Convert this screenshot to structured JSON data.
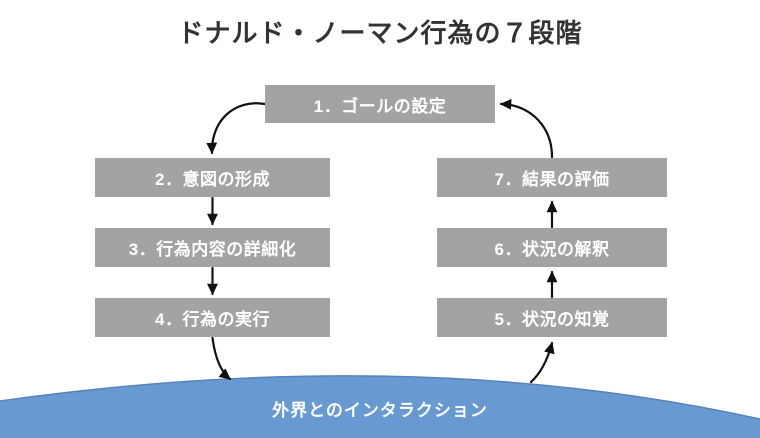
{
  "title": "ドナルド・ノーマン行為の７段階",
  "stages": [
    {
      "id": 1,
      "label": "1．ゴールの設定"
    },
    {
      "id": 2,
      "label": "2．意図の形成"
    },
    {
      "id": 3,
      "label": "3．行為内容の詳細化"
    },
    {
      "id": 4,
      "label": "4．行為の実行"
    },
    {
      "id": 5,
      "label": "5．状況の知覚"
    },
    {
      "id": 6,
      "label": "6．状況の解釈"
    },
    {
      "id": 7,
      "label": "7．結果の評価"
    }
  ],
  "footer": {
    "label": "外界とのインタラクション"
  },
  "colors": {
    "box_bg": "#a3a3a3",
    "box_text": "#ffffff",
    "arc_fill": "#6899d0",
    "arc_stroke": "#5583b7",
    "arrow": "#111111",
    "title_text": "#333333"
  }
}
